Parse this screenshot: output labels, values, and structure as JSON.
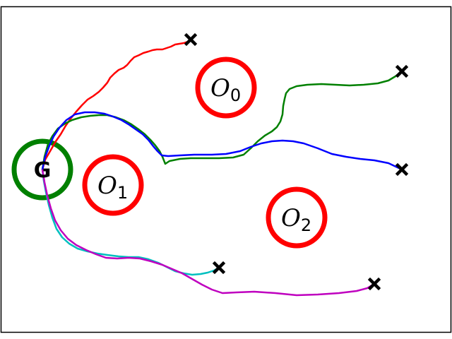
{
  "colors": {
    "obstacle": "#ff0000",
    "goal": "#008000",
    "start_marker": "#000000",
    "frame": "#000000"
  },
  "goal": {
    "label": "G"
  },
  "obstacles": [
    {
      "label": "O",
      "sub": "0"
    },
    {
      "label": "O",
      "sub": "1"
    },
    {
      "label": "O",
      "sub": "2"
    }
  ],
  "trajectories": [
    {
      "color": "#ff0000"
    },
    {
      "color": "#008000"
    },
    {
      "color": "#0000ff"
    },
    {
      "color": "#00bfbf"
    },
    {
      "color": "#bf00bf"
    }
  ]
}
